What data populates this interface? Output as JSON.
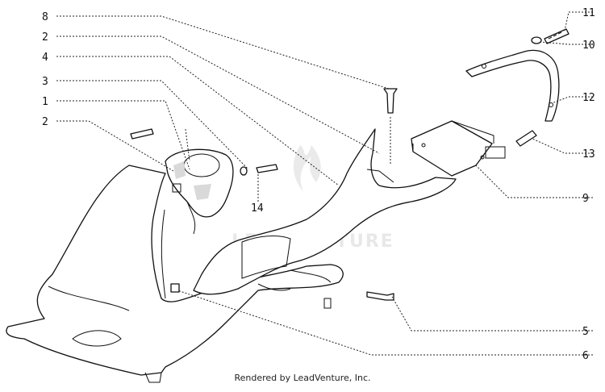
{
  "callouts": {
    "c8": "8",
    "c2a": "2",
    "c4": "4",
    "c3": "3",
    "c1": "1",
    "c2b": "2",
    "c11": "11",
    "c10": "10",
    "c12": "12",
    "c13": "13",
    "c9": "9",
    "c14": "14",
    "c5": "5",
    "c6": "6"
  },
  "watermark": "LEADVENTURE",
  "footer": "Rendered by LeadVenture, Inc."
}
